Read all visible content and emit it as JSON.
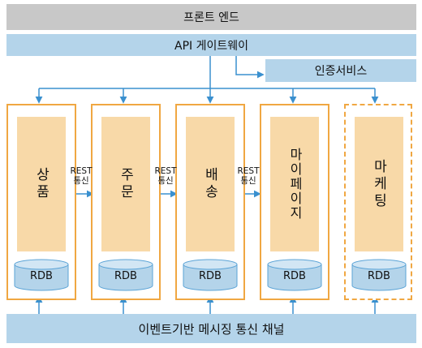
{
  "frontend": {
    "label": "프론트 엔드"
  },
  "gateway": {
    "label": "API 게이트웨이"
  },
  "auth": {
    "label": "인증서비스"
  },
  "services": [
    {
      "name": "상품",
      "db": "RDB"
    },
    {
      "name": "주문",
      "db": "RDB"
    },
    {
      "name": "배송",
      "db": "RDB"
    },
    {
      "name": "마이페이지",
      "db": "RDB"
    },
    {
      "name": "마케팅",
      "db": "RDB"
    }
  ],
  "rest": [
    {
      "line1": "REST",
      "line2": "통신"
    },
    {
      "line1": "REST",
      "line2": "통신"
    },
    {
      "line1": "REST",
      "line2": "통신"
    }
  ],
  "eventbus": {
    "label": "이벤트기반 메시징 통신 채널"
  },
  "colors": {
    "line": "#3a90cf",
    "service_border": "#f0a742",
    "service_fill": "#f8d9a8",
    "bar_blue": "#b4d4ea",
    "frontend": "#c8c8c8"
  }
}
